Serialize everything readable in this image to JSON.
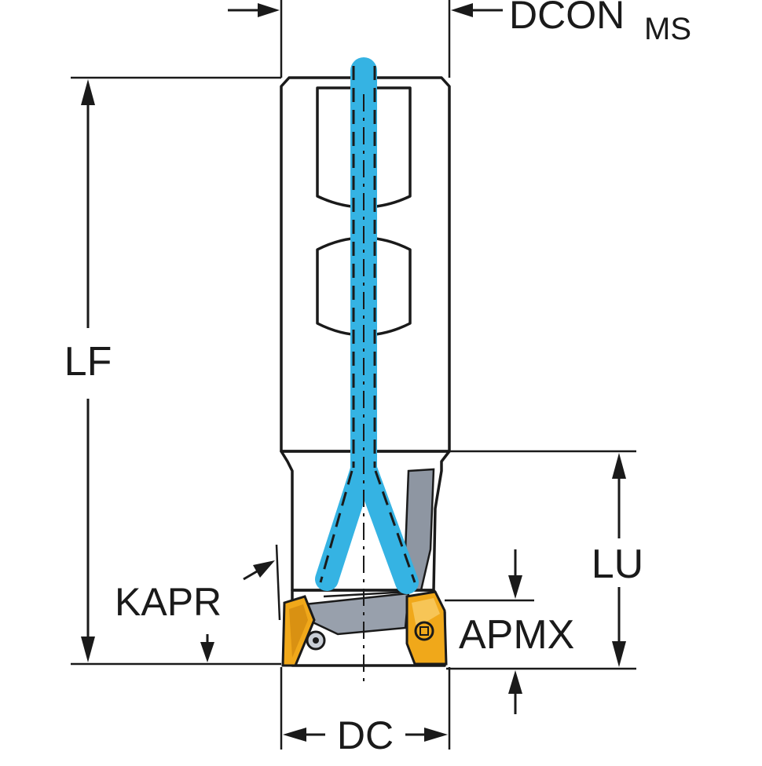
{
  "dimensions": {
    "dcon": "DCON",
    "dcon_sub": "MS",
    "lf": "LF",
    "lu": "LU",
    "kapr": "KAPR",
    "apmx": "APMX",
    "dc": "DC"
  },
  "colors": {
    "body": "#a3abb7",
    "body_shade": "#8e96a2",
    "coolant": "#35b3e3",
    "insert": "#f0a81a",
    "insert_dark": "#b87808",
    "line": "#1a1a1a"
  }
}
